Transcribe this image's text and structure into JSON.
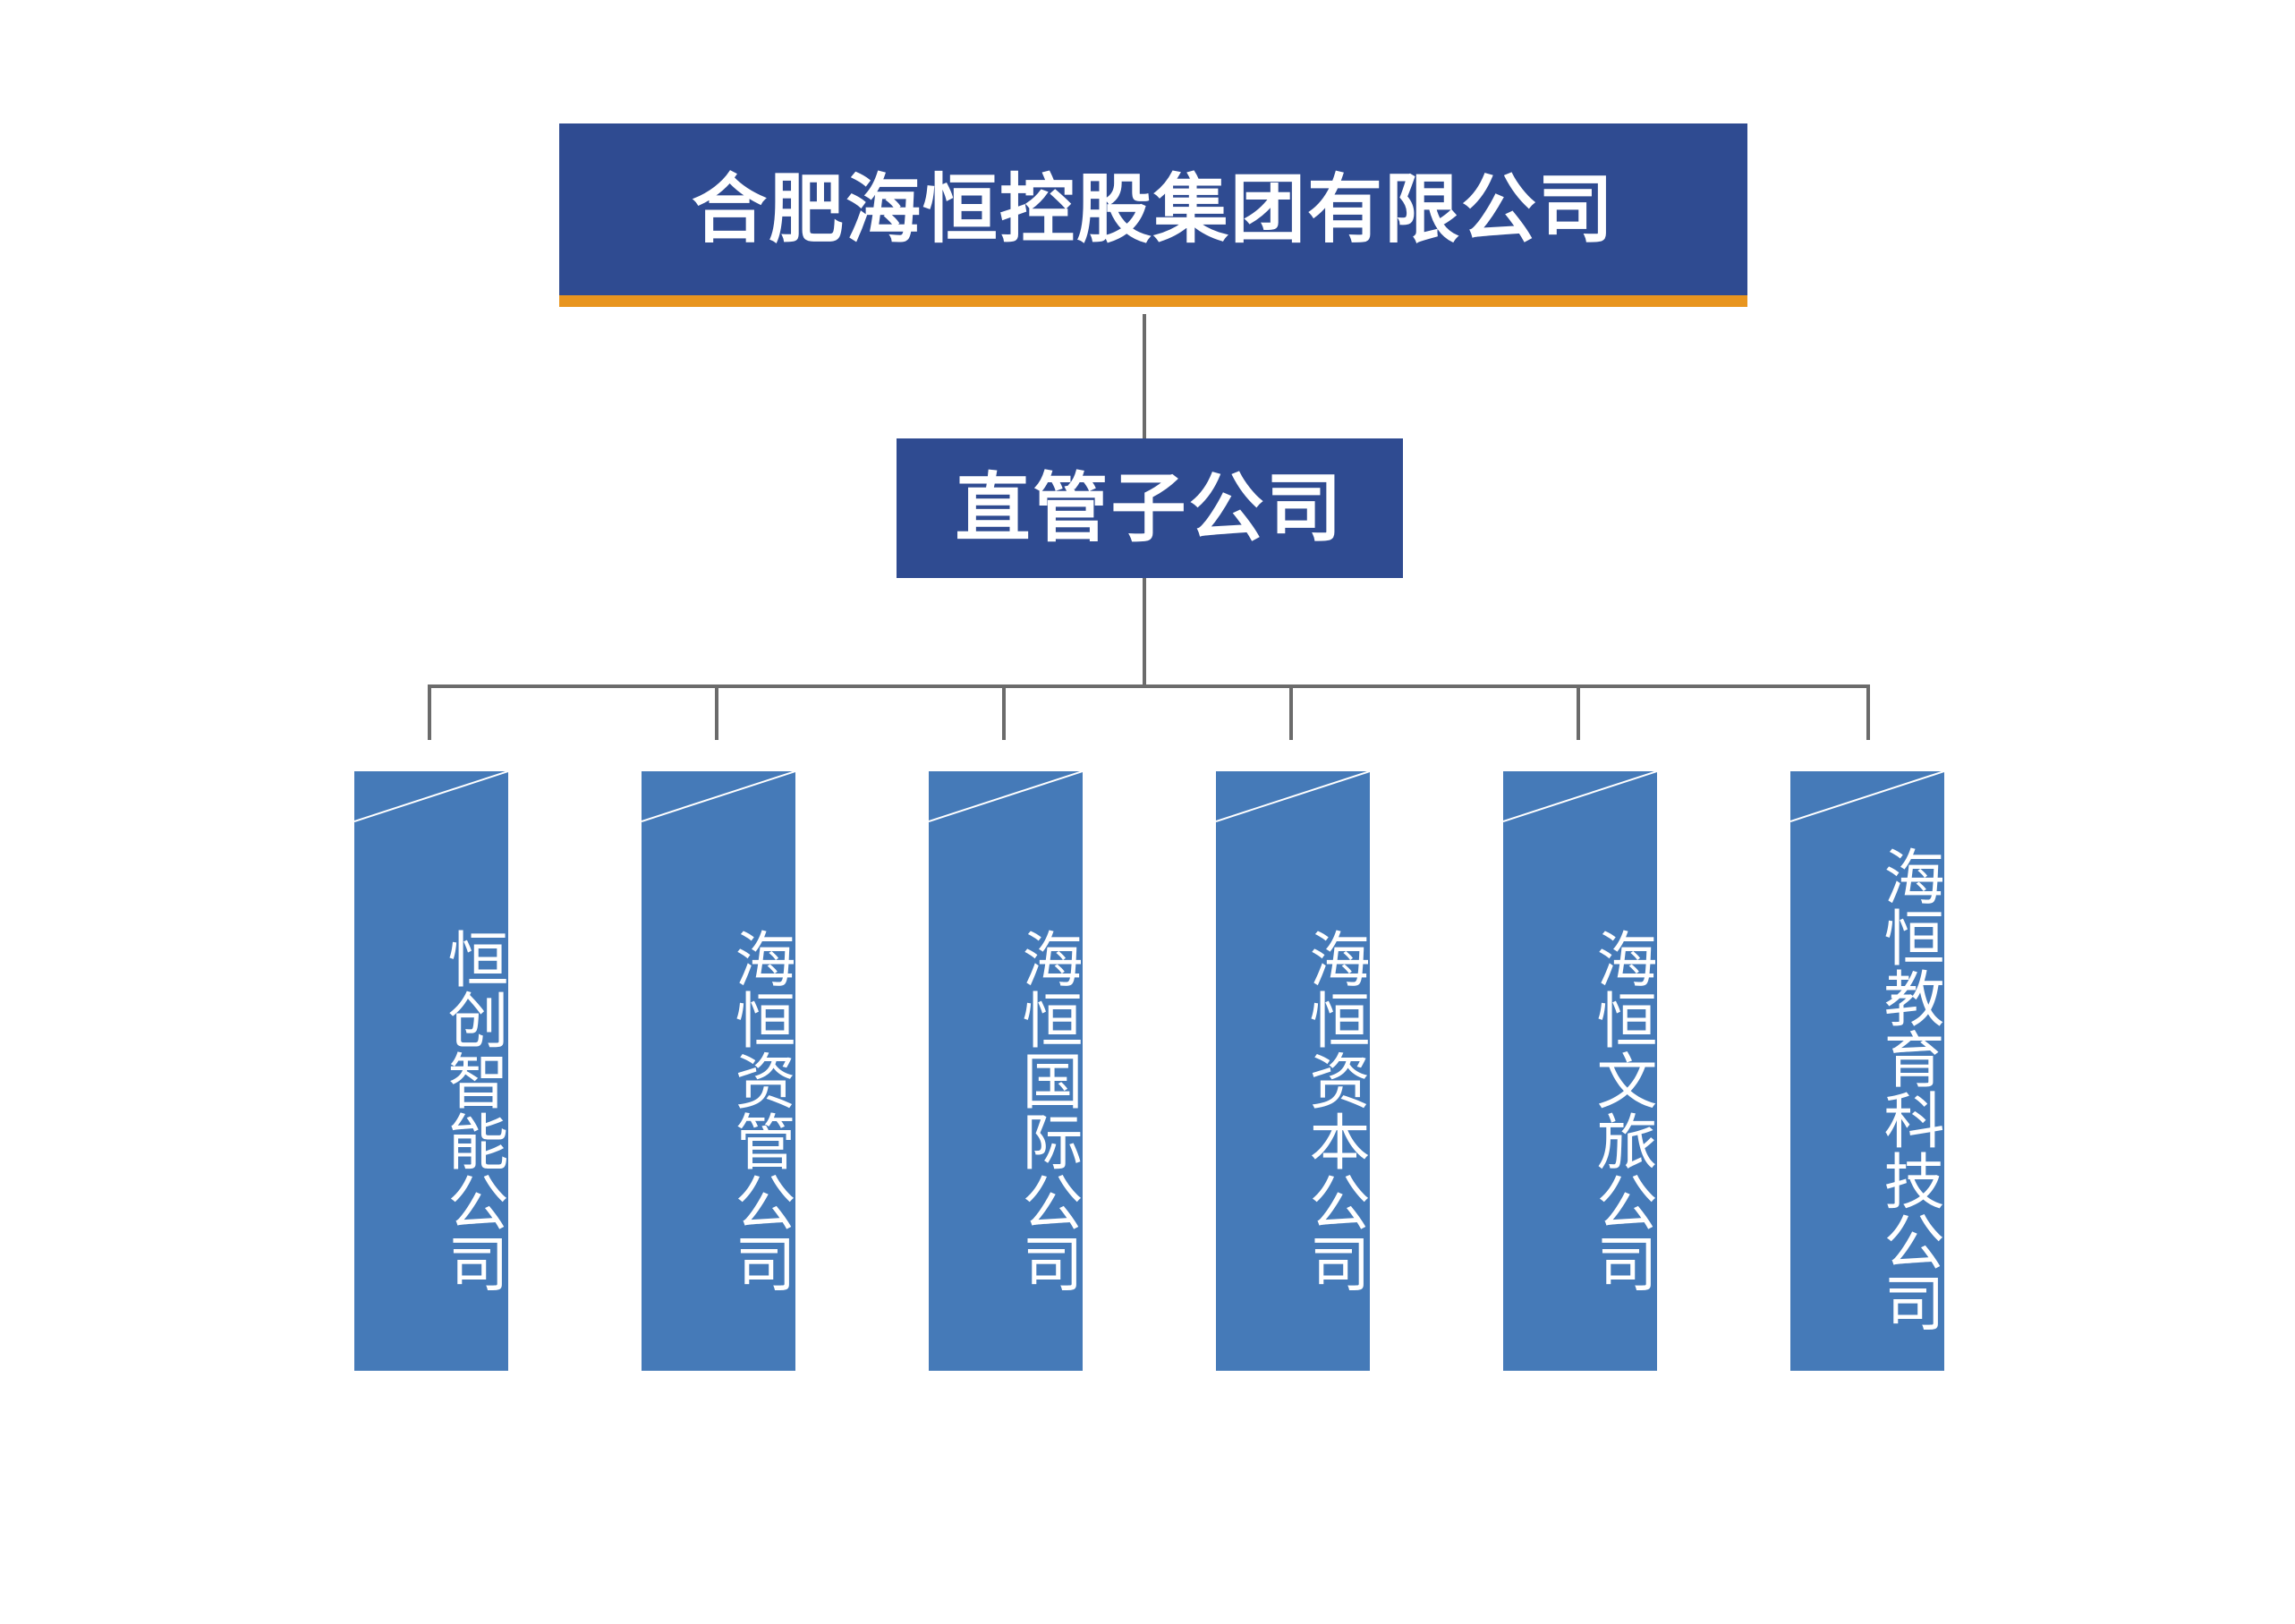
{
  "root": {
    "name": "合肥海恒控股集团有限公司"
  },
  "middle": {
    "name": "直管子公司"
  },
  "children": [
    {
      "name": "恒创智能公司"
    },
    {
      "name": "海恒资管公司"
    },
    {
      "name": "海恒国际公司"
    },
    {
      "name": "海恒资本公司"
    },
    {
      "name": "海恒文旅公司"
    },
    {
      "name": "海恒教育科技公司"
    }
  ],
  "colors": {
    "root_fill": "#2f4b91",
    "root_accent": "#e8951f",
    "middle_fill": "#2f4b91",
    "child_fill": "#457ab8",
    "connector": "#6b6b6b",
    "text": "#ffffff"
  }
}
